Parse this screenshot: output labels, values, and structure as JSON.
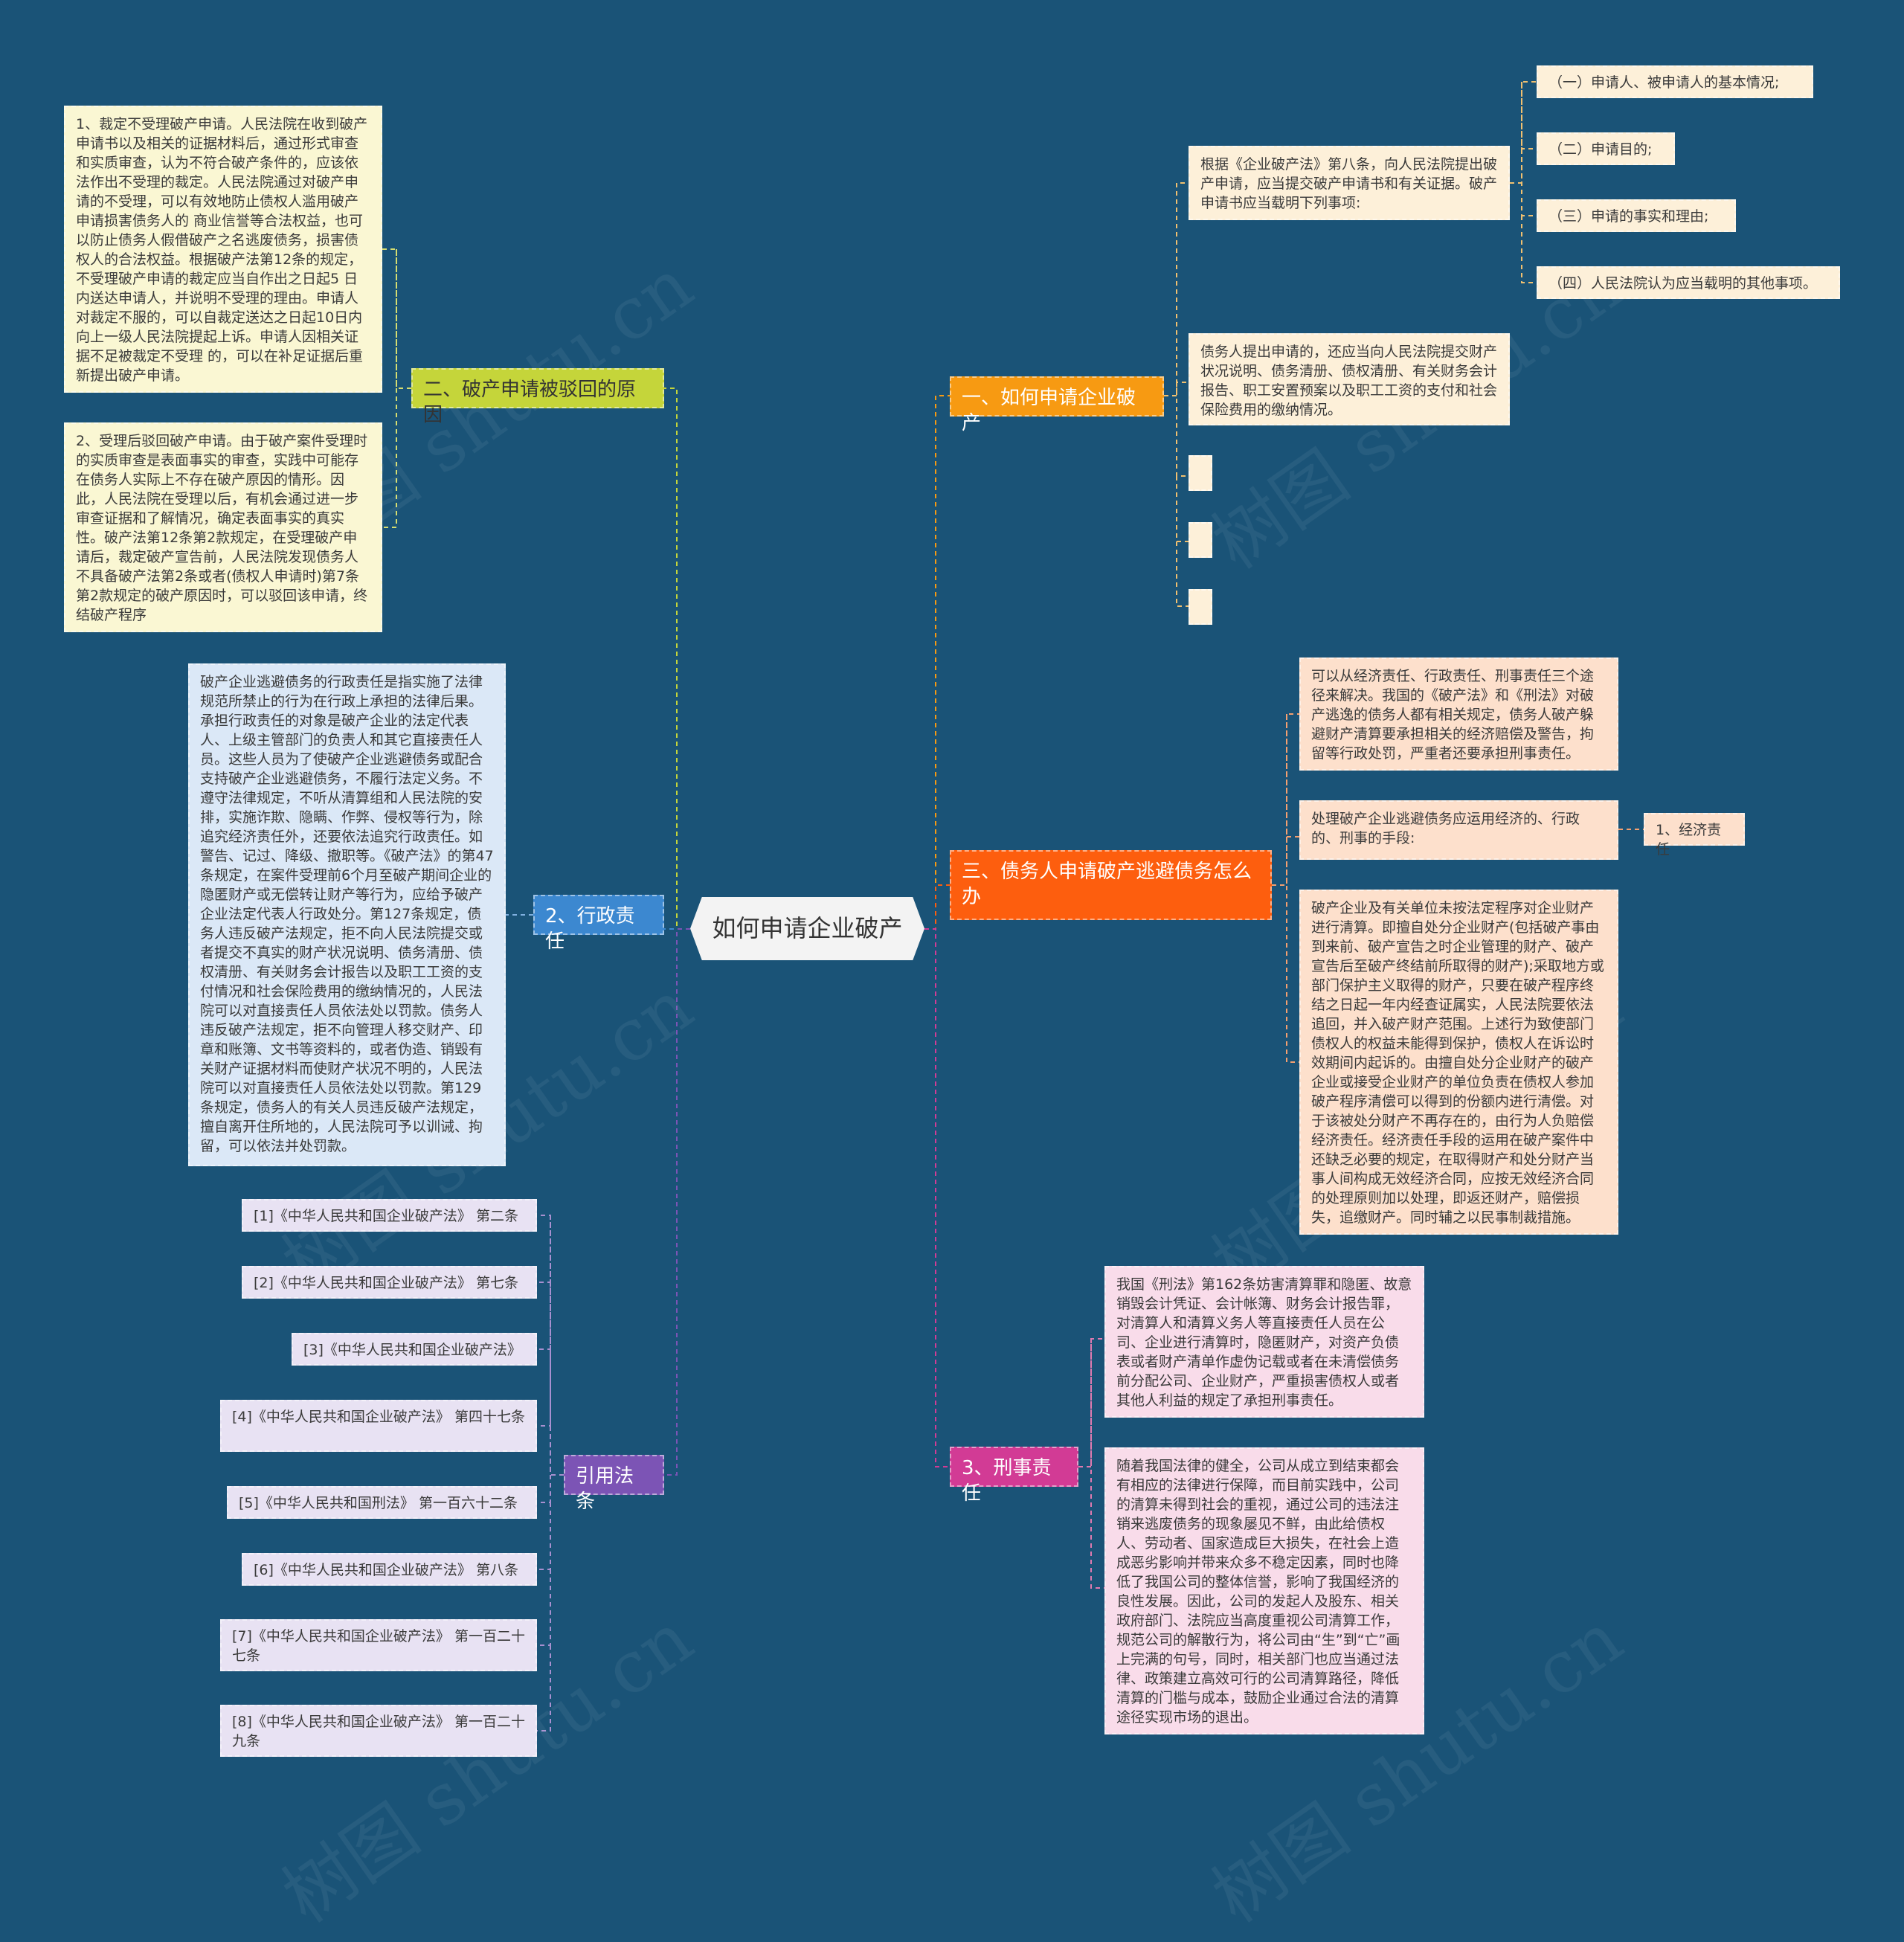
{
  "root": {
    "label": "如何申请企业破产"
  },
  "branches": {
    "b1": {
      "label": "一、如何申请企业破产",
      "color": "#f79a12",
      "item1": "根据《企业破产法》第八条，向人民法院提出破产申请，应当提交破产申请书和有关证据。破产申请书应当载明下列事项:",
      "sub1": "（一）申请人、被申请人的基本情况;",
      "sub2": "（二）申请目的;",
      "sub3": "（三）申请的事实和理由;",
      "sub4": "（四）人民法院认为应当载明的其他事项。",
      "item2": "债务人提出申请的，还应当向人民法院提交财产状况说明、债务清册、债权清册、有关财务会计报告、职工安置预案以及职工工资的支付和社会保险费用的缴纳情况。"
    },
    "b2": {
      "label": "二、破产申请被驳回的原因",
      "color": "#c5d53a",
      "item1": "1、裁定不受理破产申请。人民法院在收到破产申请书以及相关的证据材料后，通过形式审查和实质审查，认为不符合破产条件的，应该依法作出不受理的裁定。人民法院通过对破产申请的不受理，可以有效地防止债权人滥用破产申请损害债务人的 商业信誉等合法权益，也可以防止债务人假借破产之名逃废债务，损害债权人的合法权益。根据破产法第12条的规定，不受理破产申请的裁定应当自作出之日起5 日内送达申请人，并说明不受理的理由。申请人对裁定不服的，可以自裁定送达之日起10日内向上一级人民法院提起上诉。申请人因相关证据不足被裁定不受理 的，可以在补足证据后重新提出破产申请。",
      "item2": "2、受理后驳回破产申请。由于破产案件受理时的实质审查是表面事实的审查，实践中可能存在债务人实际上不存在破产原因的情形。因此，人民法院在受理以后，有机会通过进一步审查证据和了解情况，确定表面事实的真实性。破产法第12条第2款规定，在受理破产申请后，裁定破产宣告前，人民法院发现债务人不具备破产法第2条或者(债权人申请时)第7条第2款规定的破产原因时，可以驳回该申请，终结破产程序"
    },
    "b3": {
      "label": "三、债务人申请破产逃避债务怎么办",
      "color": "#fd5e0e",
      "item1": "可以从经济责任、行政责任、刑事责任三个途径来解决。我国的《破产法》和《刑法》对破产逃逸的债务人都有相关规定，债务人破产躲避财产清算要承担相关的经济赔偿及警告，拘留等行政处罚，严重者还要承担刑事责任。",
      "item2": "处理破产企业逃避债务应运用经济的、行政的、刑事的手段:",
      "sub1": "1、经济责任",
      "item3": "破产企业及有关单位未按法定程序对企业财产进行清算。即擅自处分企业财产(包括破产事由到来前、破产宣告之时企业管理的财产、破产宣告后至破产终结前所取得的财产);采取地方或部门保护主义取得的财产，只要在破产程序终结之日起一年内经查证属实，人民法院要依法追回，并入破产财产范围。上述行为致使部门债权人的权益未能得到保护，债权人在诉讼时效期间内起诉的。由擅自处分企业财产的破产企业或接受企业财产的单位负责在债权人参加破产程序清偿可以得到的份额内进行清偿。对于该被处分财产不再存在的，由行为人负赔偿经济责任。经济责任手段的运用在破产案件中还缺乏必要的规定，在取得财产和处分财产当事人间构成无效经济合同，应按无效经济合同的处理原则加以处理，即返还财产，赔偿损失，追缴财产。同时辅之以民事制裁措施。"
    },
    "b4": {
      "label": "2、行政责任",
      "color": "#3c88d0",
      "item1": "破产企业逃避债务的行政责任是指实施了法律规范所禁止的行为在行政上承担的法律后果。承担行政责任的对象是破产企业的法定代表人、上级主管部门的负责人和其它直接责任人员。这些人员为了使破产企业逃避债务或配合支持破产企业逃避债务，不履行法定义务。不遵守法律规定，不听从清算组和人民法院的安排，实施诈欺、隐瞒、作弊、侵权等行为，除追究经济责任外，还要依法追究行政责任。如警告、记过、降级、撤职等。《破产法》的第47条规定，在案件受理前6个月至破产期间企业的隐匿财产或无偿转让财产等行为，应给予破产企业法定代表人行政处分。第127条规定，债务人违反破产法规定，拒不向人民法院提交或者提交不真实的财产状况说明、债务清册、债权清册、有关财务会计报告以及职工工资的支付情况和社会保险费用的缴纳情况的，人民法院可以对直接责任人员依法处以罚款。债务人违反破产法规定，拒不向管理人移交财产、印章和账簿、文书等资料的，或者伪造、销毁有关财产证据材料而使财产状况不明的，人民法院可以对直接责任人员依法处以罚款。第129条规定，债务人的有关人员违反破产法规定，擅自离开住所地的，人民法院可予以训诫、拘留，可以依法并处罚款。"
    },
    "b5": {
      "label": "3、刑事责任",
      "color": "#d23b95",
      "item1": "我国《刑法》第162条妨害清算罪和隐匿、故意销毁会计凭证、会计帐簿、财务会计报告罪，对清算人和清算义务人等直接责任人员在公司、企业进行清算时，隐匿财产，对资产负债表或者财产清单作虚伪记载或者在未清偿债务前分配公司、企业财产，严重损害债权人或者其他人利益的规定了承担刑事责任。",
      "item2": "随着我国法律的健全，公司从成立到结束都会有相应的法律进行保障，而目前实践中，公司的清算未得到社会的重视，通过公司的违法注销来逃废债务的现象屡见不鲜，由此给债权人、劳动者、国家造成巨大损失，在社会上造成恶劣影响并带来众多不稳定因素，同时也降低了我国公司的整体信誉，影响了我国经济的良性发展。因此，公司的发起人及股东、相关政府部门、法院应当高度重视公司清算工作，规范公司的解散行为，将公司由“生”到“亡”画上完满的句号，同时，相关部门也应当通过法律、政策建立高效可行的公司清算路径，降低清算的门槛与成本，鼓励企业通过合法的清算途径实现市场的退出。"
    },
    "b6": {
      "label": "引用法条",
      "color": "#7c54b5",
      "refs": [
        "[1]《中华人民共和国企业破产法》 第二条",
        "[2]《中华人民共和国企业破产法》 第七条",
        "[3]《中华人民共和国企业破产法》",
        "[4]《中华人民共和国企业破产法》 第四十七条",
        "[5]《中华人民共和国刑法》 第一百六十二条",
        "[6]《中华人民共和国企业破产法》 第八条",
        "[7]《中华人民共和国企业破产法》 第一百二十七条",
        "[8]《中华人民共和国企业破产法》 第一百二十九条"
      ]
    }
  },
  "watermark": "树图 shutu.cn"
}
